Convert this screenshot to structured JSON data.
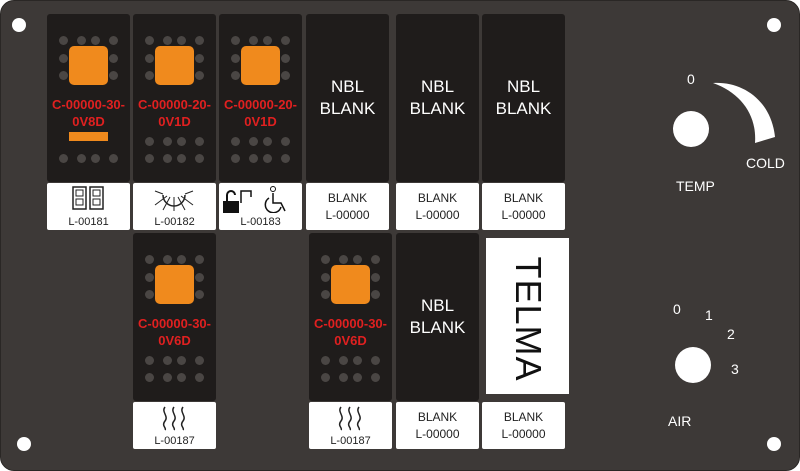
{
  "switches": [
    {
      "code": "C-00000-30-0V8D",
      "line1": "C-00000-30-",
      "line2": "0V8D",
      "label": "L-00181",
      "icon": "double-door-icon"
    },
    {
      "code": "C-00000-20-0V1D",
      "line1": "C-00000-20-",
      "line2": "0V1D",
      "label": "L-00182",
      "icon": "light-icon"
    },
    {
      "code": "C-00000-20-0V1D",
      "line1": "C-00000-20-",
      "line2": "0V1D",
      "label": "L-00183",
      "icon": "lock-wheelchair-icon"
    },
    {
      "code": "C-00000-30-0V6D",
      "line1": "C-00000-30-",
      "line2": "0V6D",
      "label": "L-00187",
      "icon": "heat-icon"
    },
    {
      "code": "C-00000-30-0V6D",
      "line1": "C-00000-30-",
      "line2": "0V6D",
      "label": "L-00187",
      "icon": "heat-icon"
    }
  ],
  "blanks": [
    {
      "line1": "NBL",
      "line2": "BLANK",
      "label1": "BLANK",
      "label2": "L-00000"
    },
    {
      "line1": "NBL",
      "line2": "BLANK",
      "label1": "BLANK",
      "label2": "L-00000"
    },
    {
      "line1": "NBL",
      "line2": "BLANK",
      "label1": "BLANK",
      "label2": "L-00000"
    },
    {
      "line1": "NBL",
      "line2": "BLANK",
      "label1": "BLANK",
      "label2": "L-00000"
    }
  ],
  "telma": {
    "text": "TELMA",
    "label1": "BLANK",
    "label2": "L-00000"
  },
  "temp": {
    "zero": "0",
    "cold": "COLD",
    "label": "TEMP"
  },
  "air": {
    "s0": "0",
    "s1": "1",
    "s2": "2",
    "s3": "3",
    "label": "AIR"
  },
  "colors": {
    "panel": "#3d3937",
    "module": "#1f1c1b",
    "orange": "#f08a1d",
    "code_red": "#e02020"
  }
}
